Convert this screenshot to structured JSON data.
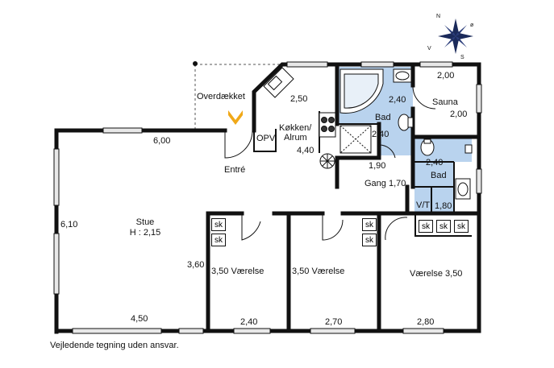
{
  "compass": {
    "n": "N",
    "o": "ø",
    "s": "S",
    "v": "V"
  },
  "labels": {
    "overdaekket": "Overdækket",
    "koekken": "Køkken/",
    "alrum": "Alrum",
    "opv": "OPV",
    "dim_250": "2,50",
    "dim_440": "4,40",
    "bad1": "Bad",
    "bad1_dim_a": "2,40",
    "bad1_dim_b": "2,40",
    "sauna": "Sauna",
    "sauna_dim_top": "2,00",
    "sauna_dim_side": "2,00",
    "bad2": "Bad",
    "bad2_dim_top": "2,40",
    "bad2_dim_side": "1,80",
    "vt": "V/T",
    "dim_190": "1,90",
    "gang": "Gang 1,70",
    "stue_dim_top": "6,00",
    "entre": "Entré",
    "stue": "Stue",
    "stue_h": "H : 2,15",
    "stue_dim_side": "6,10",
    "stue_dim_bottom": "4,50",
    "dim_360": "3,60",
    "vaerelse1": "3,50 Værelse",
    "vaerelse1_dim": "2,40",
    "vaerelse2": "3,50  Værelse",
    "vaerelse2_dim": "2,70",
    "vaerelse3": "Værelse   3,50",
    "vaerelse3_dim": "2,80",
    "sk": "sk"
  },
  "disclaimer": "Vejledende tegning uden ansvar.",
  "colors": {
    "wall": "#111111",
    "bath_fill": "#b9d3ee",
    "door_arrow": "#f0a818",
    "window": "#cccccc"
  }
}
